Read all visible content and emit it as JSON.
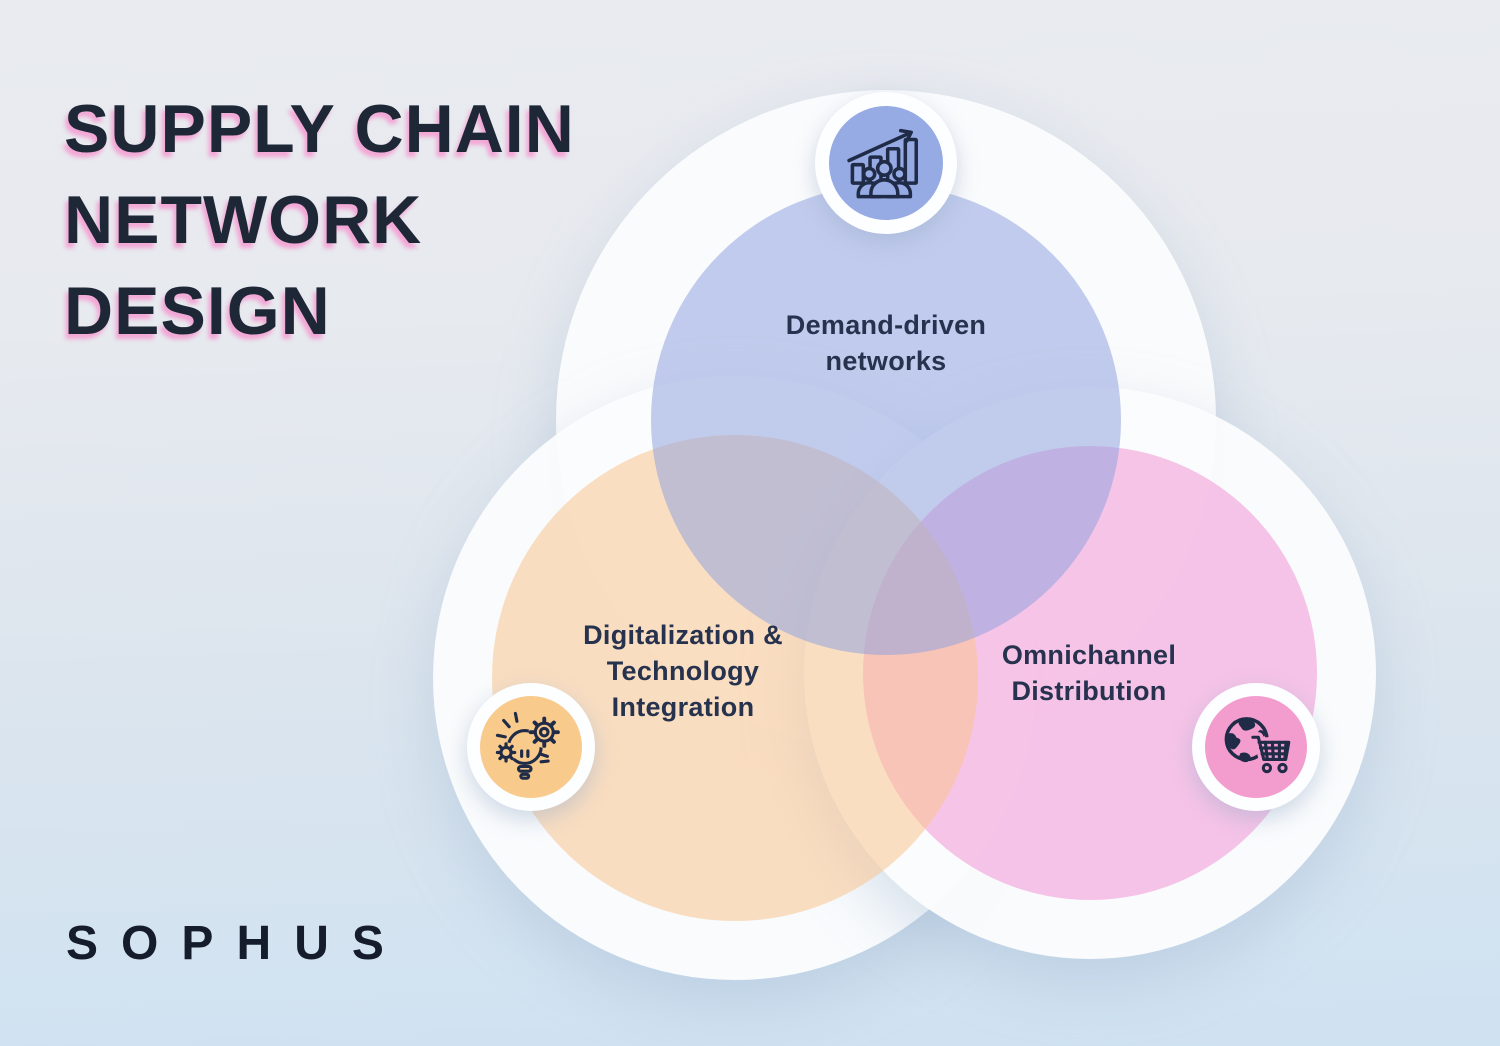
{
  "page": {
    "background_top_color": "#e9ebf0",
    "background_bottom_color": "#cfe2f2",
    "cloud_halo_color": "#fbfcfd"
  },
  "title": {
    "text": "SUPPLY CHAIN NETWORK DESIGN",
    "lines": [
      "SUPPLY CHAIN",
      "NETWORK",
      "DESIGN"
    ],
    "color": "#1e2736",
    "shadow_color": "#f499d0"
  },
  "brand": {
    "logo_text": "SOPHUS",
    "color": "#151d2c"
  },
  "diagram": {
    "type": "venn-3",
    "icon_stroke_color": "#1f2b47",
    "circles": [
      {
        "id": "demand-driven-networks",
        "position": "top",
        "label": "Demand-driven networks",
        "label_lines": [
          "Demand-driven",
          "networks"
        ],
        "fill": "#c3cdee",
        "badge_fill": "#96aae4",
        "icon": "growth-chart-people-icon"
      },
      {
        "id": "digitalization-technology-integration",
        "position": "bottom-left",
        "label": "Digitalization & Technology Integration",
        "label_lines": [
          "Digitalization &",
          "Technology",
          "Integration"
        ],
        "fill": "#fcdfc2",
        "badge_fill": "#f8ca8c",
        "icon": "lightbulb-gears-icon"
      },
      {
        "id": "omnichannel-distribution",
        "position": "bottom-right",
        "label": "Omnichannel Distribution",
        "label_lines": [
          "Omnichannel",
          "Distribution"
        ],
        "fill": "#f8c5e8",
        "badge_fill": "#f39dcf",
        "icon": "globe-shopping-cart-icon"
      }
    ]
  }
}
